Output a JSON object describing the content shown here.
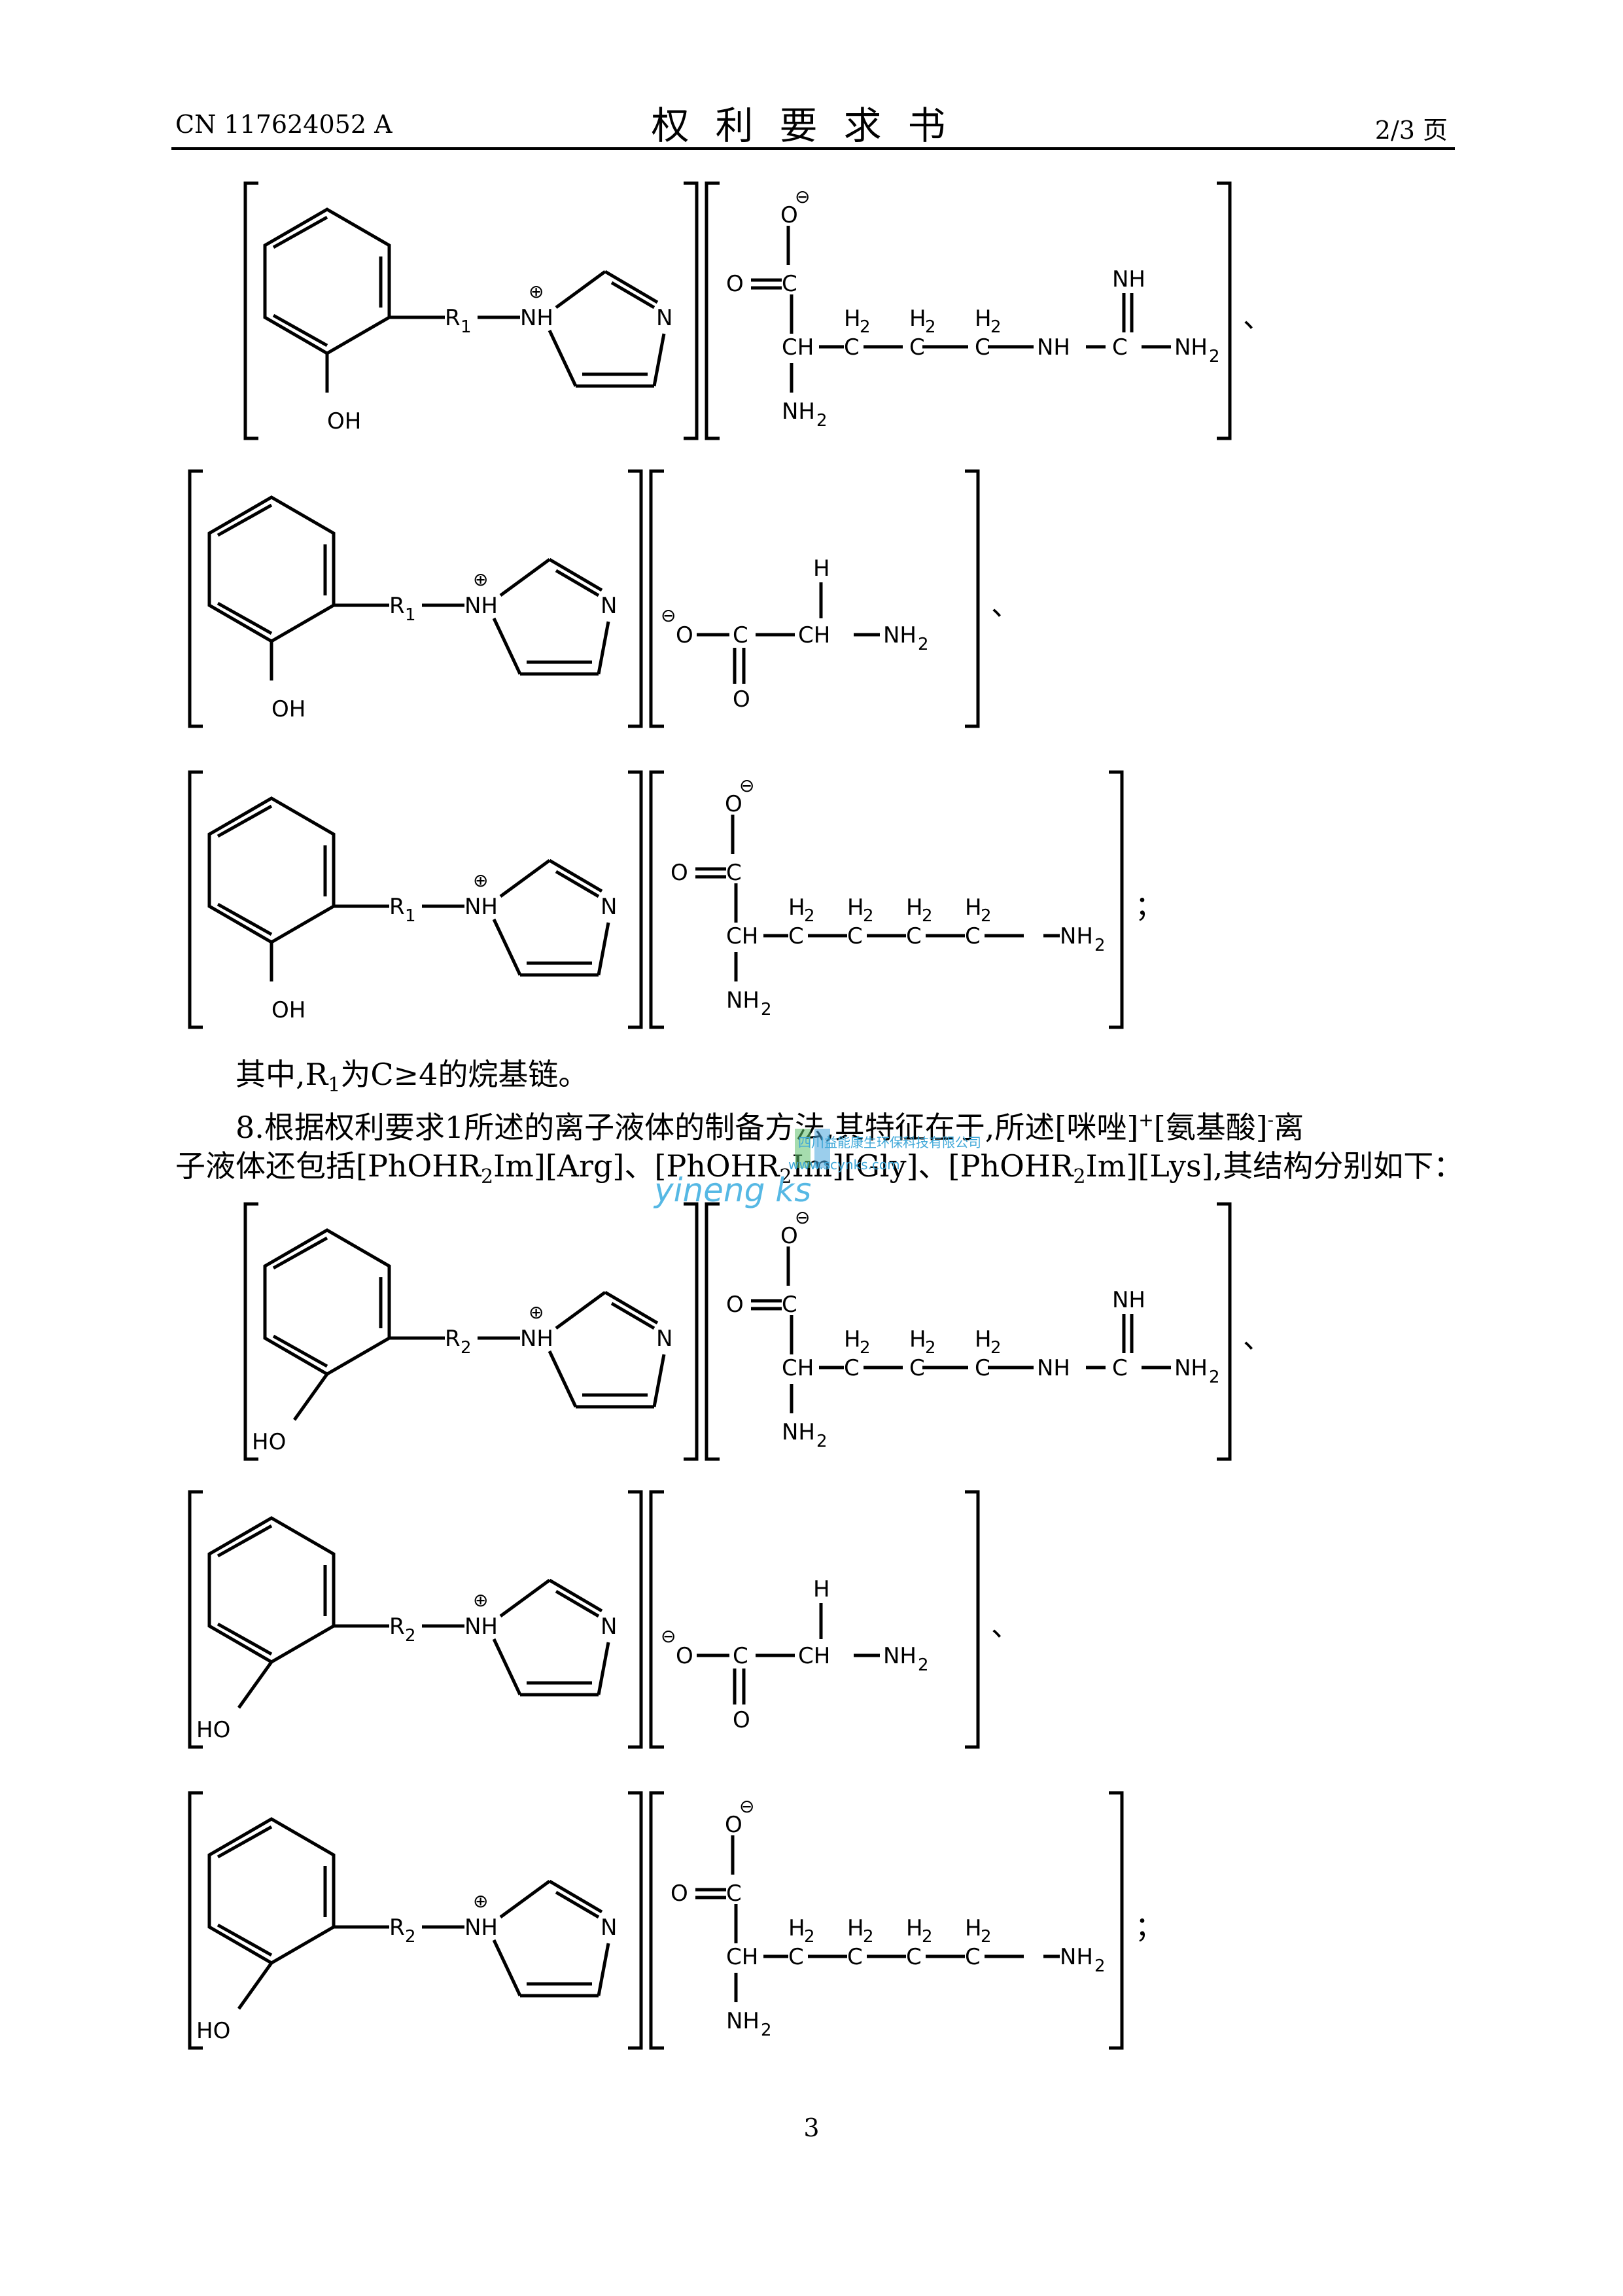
{
  "header": {
    "doc_number": "CN 117624052 A",
    "title": "权利要求书",
    "page_indicator": "2/3 页"
  },
  "chem": {
    "r1": "R",
    "r1_sub": "1",
    "r2": "R",
    "r2_sub": "2",
    "nh": "NH",
    "n": "N",
    "oh": "OH",
    "ho": "HO",
    "o": "O",
    "c": "C",
    "h": "H",
    "h2": "H",
    "h2_sub": "2",
    "ch": "CH",
    "nh2": "NH",
    "nh2_sub": "2",
    "plus": "⊕",
    "minus": "⊖"
  },
  "separators": {
    "comma": "、",
    "semicolon": "；"
  },
  "body": {
    "line1_a": "其中,R",
    "line1_sub": "1",
    "line1_b": "为C≥4的烷基链。",
    "line2_a": "8.根据权利要求1所述的离子液体的制备方法,其特征在于,所述[咪唑]",
    "line2_sup1": "+",
    "line2_b": "[氨基酸]",
    "line2_sup2": "-",
    "line2_c": "离",
    "line3_a": "子液体还包括[PhOHR",
    "line3_sub1": "2",
    "line3_b": "Im][Arg]、[PhOHR",
    "line3_sub2": "2",
    "line3_c": "Im][Gly]、[PhOHR",
    "line3_sub3": "2",
    "line3_d": "Im][Lys],其结构分别如下："
  },
  "watermark": {
    "brand": "yineng ks",
    "line1": "四川益能康生环保科技有限公司",
    "line2": "www.scynks.com"
  },
  "footer": {
    "page_number": "3"
  }
}
